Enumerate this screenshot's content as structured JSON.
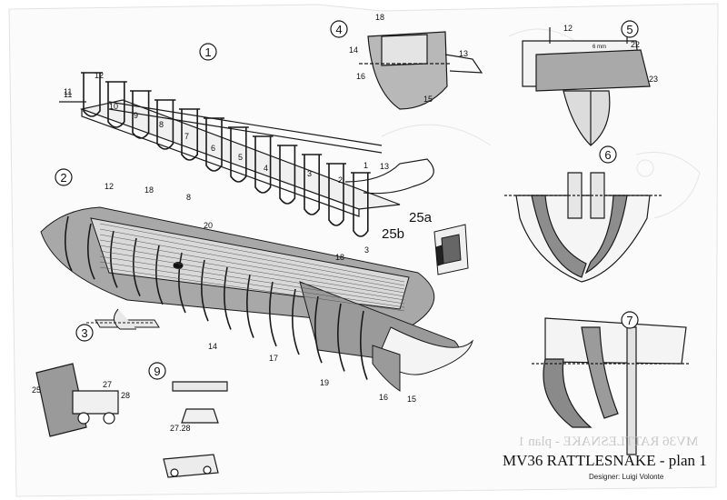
{
  "plan": {
    "title": "MV36 RATTLESNAKE - plan 1",
    "designer": "Designer: Luigi Volonte",
    "mirrored_title": "MV36 RATTLESNAKE - plan 1"
  },
  "steps": [
    "1",
    "2",
    "3",
    "4",
    "5",
    "6",
    "7",
    "9"
  ],
  "part_labels": {
    "frames_1": [
      "12",
      "11",
      "10",
      "9",
      "8",
      "7",
      "6",
      "5",
      "4",
      "3",
      "2",
      "1",
      "13"
    ],
    "keel_1": "11",
    "step3": [
      "18",
      "14",
      "16",
      "13",
      "15"
    ],
    "step4": [
      "12",
      "18",
      "8",
      "20",
      "18",
      "3",
      "14",
      "17",
      "19",
      "16",
      "15"
    ],
    "step5": [
      "12",
      "22",
      "23"
    ],
    "step9": [
      "25",
      "27",
      "28",
      "27.28"
    ],
    "plate": [
      "25a",
      "25b"
    ],
    "ruler": "6 mm"
  },
  "colors": {
    "ink": "#1a1a1a",
    "paper": "#fbfbfb",
    "wood": "#8a8a8a",
    "ghost": "#d6d6d6"
  }
}
